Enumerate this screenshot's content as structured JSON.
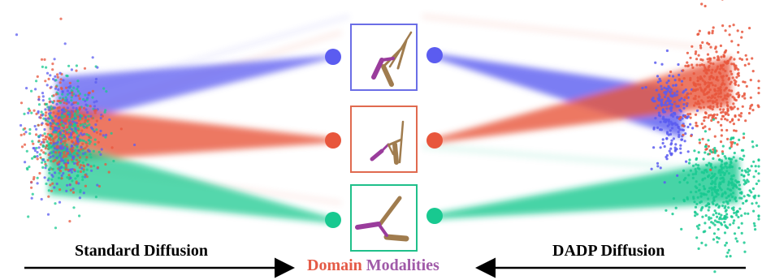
{
  "left_label": "Standard Diffusion",
  "right_label": "DADP Diffusion",
  "center_label": {
    "word1": "Domain",
    "word2": "Modalities"
  },
  "modalities": [
    {
      "name": "blue",
      "color": "#5b5cf0",
      "frame": "#6b6ee6"
    },
    {
      "name": "red",
      "color": "#e8563c",
      "frame": "#e06a4f"
    },
    {
      "name": "green",
      "color": "#18c990",
      "frame": "#1fc08a"
    }
  ],
  "colors": {
    "arrow": "#000000",
    "robot_tan": "#a07c4e",
    "robot_purple": "#9a3c9c"
  }
}
